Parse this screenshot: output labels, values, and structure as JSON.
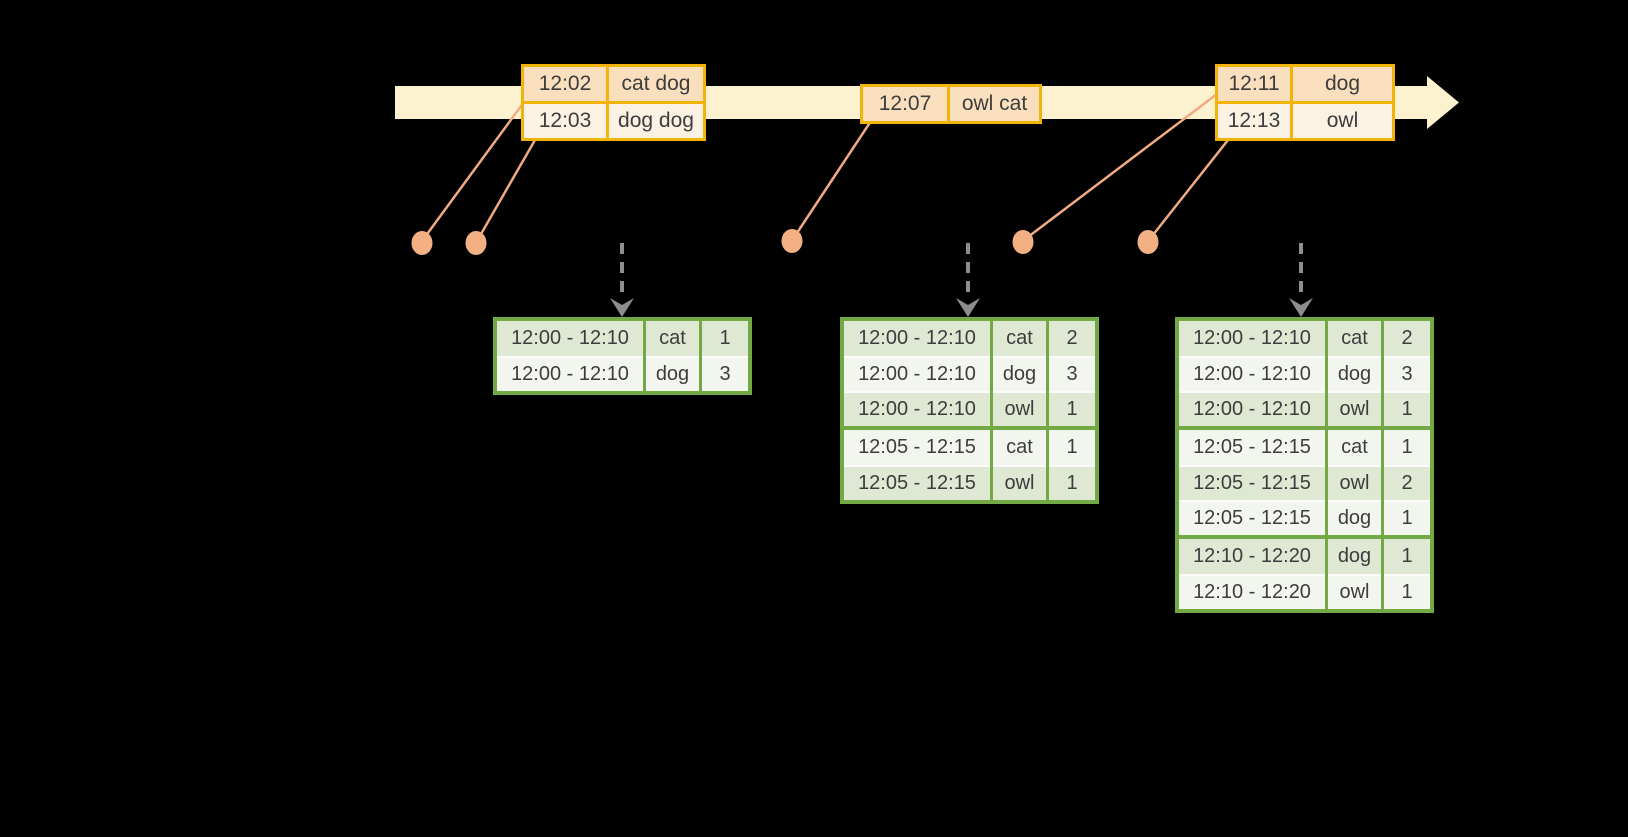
{
  "colors": {
    "background": "#000000",
    "timeline_fill": "#FCF2CF",
    "event_box_border": "#F2B40B",
    "event_cell_dark": "#F9DFBD",
    "event_cell_light": "#FCF2E4",
    "leader_line": "#F0AC80",
    "event_dot": "#F3B183",
    "trigger_arrow": "#8E8E8E",
    "table_border_green": "#72A944",
    "table_row_green": "#DEE8D3",
    "table_row_light": "#F2F6EE",
    "text": "#3D3D3D"
  },
  "icons": {
    "timeline_arrow": "right-arrow",
    "trigger_arrow": "down-arrow-dashed"
  },
  "timeline_event_groups": [
    {
      "rows": [
        {
          "time": "12:02",
          "words": "cat dog"
        },
        {
          "time": "12:03",
          "words": "dog dog"
        }
      ]
    },
    {
      "rows": [
        {
          "time": "12:07",
          "words": "owl cat"
        }
      ]
    },
    {
      "rows": [
        {
          "time": "12:11",
          "words": "dog"
        },
        {
          "time": "12:13",
          "words": "owl"
        }
      ]
    }
  ],
  "result_tables": [
    {
      "rows": [
        {
          "window": "12:00 - 12:10",
          "word": "cat",
          "count": "1"
        },
        {
          "window": "12:00 - 12:10",
          "word": "dog",
          "count": "3"
        }
      ]
    },
    {
      "rows": [
        {
          "window": "12:00 - 12:10",
          "word": "cat",
          "count": "2"
        },
        {
          "window": "12:00 - 12:10",
          "word": "dog",
          "count": "3"
        },
        {
          "window": "12:00 - 12:10",
          "word": "owl",
          "count": "1"
        },
        {
          "window": "12:05 - 12:15",
          "word": "cat",
          "count": "1"
        },
        {
          "window": "12:05 - 12:15",
          "word": "owl",
          "count": "1"
        }
      ]
    },
    {
      "rows": [
        {
          "window": "12:00 - 12:10",
          "word": "cat",
          "count": "2"
        },
        {
          "window": "12:00 - 12:10",
          "word": "dog",
          "count": "3"
        },
        {
          "window": "12:00 - 12:10",
          "word": "owl",
          "count": "1"
        },
        {
          "window": "12:05 - 12:15",
          "word": "cat",
          "count": "1"
        },
        {
          "window": "12:05 - 12:15",
          "word": "owl",
          "count": "2"
        },
        {
          "window": "12:05 - 12:15",
          "word": "dog",
          "count": "1"
        },
        {
          "window": "12:10 - 12:20",
          "word": "dog",
          "count": "1"
        },
        {
          "window": "12:10 - 12:20",
          "word": "owl",
          "count": "1"
        }
      ]
    }
  ]
}
